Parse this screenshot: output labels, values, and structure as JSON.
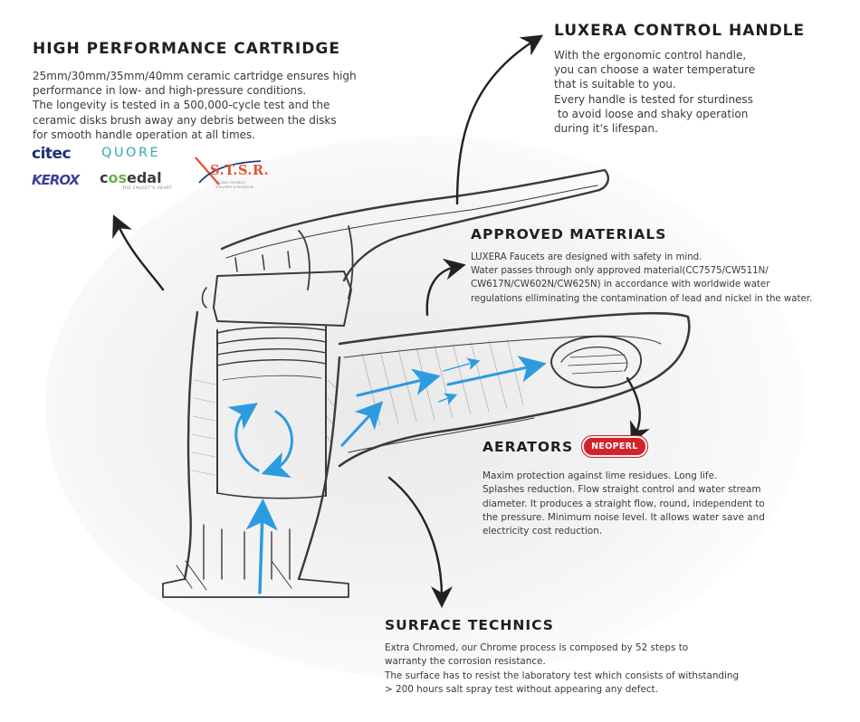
{
  "sections": {
    "cartridge": {
      "title": "HIGH PERFORMANCE CARTRIDGE",
      "lines": [
        "25mm/30mm/35mm/40mm ceramic cartridge ensures high",
        "performance in low- and high-pressure conditions.",
        "The longevity is tested in a 500,000-cycle test and the",
        "ceramic disks brush away any debris between the disks",
        "for smooth handle operation at all times."
      ]
    },
    "handle": {
      "title": "LUXERA CONTROL HANDLE",
      "lines": [
        "With the ergonomic control handle,",
        "you can choose a water temperature",
        "that is suitable to you.",
        "Every handle is tested for sturdiness",
        " to avoid loose and shaky operation",
        "during it's lifespan."
      ]
    },
    "materials": {
      "title": "APPROVED MATERIALS",
      "lines": [
        "LUXERA Faucets are designed with safety in mind.",
        "Water passes through only approved material(CC7575/CW511N/",
        "CW617N/CW602N/CW625N) in accordance with worldwide water",
        "regulations elliminating the contamination of lead and nickel in the water."
      ]
    },
    "aerators": {
      "title": "AERATORS",
      "badge": "NEOPERL",
      "lines": [
        "Maxim protection against lime residues. Long life.",
        "Splashes reduction. Flow straight control and water stream",
        "diameter. It produces a straight flow, round, independent to",
        "the pressure. Minimum noise level. It allows water save and",
        "electricity cost reduction."
      ]
    },
    "surface": {
      "title": "SURFACE TECHNICS",
      "lines": [
        "Extra Chromed, our Chrome process is composed by 52 steps to",
        "warranty the corrosion resistance.",
        "The surface has to resist the laboratory test which consists of withstanding",
        "> 200 hours salt spray test without appearing any defect."
      ]
    }
  },
  "logos": {
    "citec": {
      "mark": "c",
      "text": "itec"
    },
    "quore": "QUORE",
    "kerox": "KEROX",
    "cosedal": {
      "c": "c",
      "os": "os",
      "rest": "edal",
      "tagline": "THE FAUCET'S HEART"
    },
    "stsr": {
      "text": "S.T.S.R.",
      "sub1": "STUDIO TECNICO",
      "sub2": "SVILUPPO E RICERCHE"
    }
  },
  "colors": {
    "sketch": "#3a3a3a",
    "flow_arrow": "#2d9be0",
    "neoperl_badge": "#d3232a",
    "quore": "#35a9b0",
    "citec": "#1d2f7a",
    "stsr": "#e94e2c"
  }
}
